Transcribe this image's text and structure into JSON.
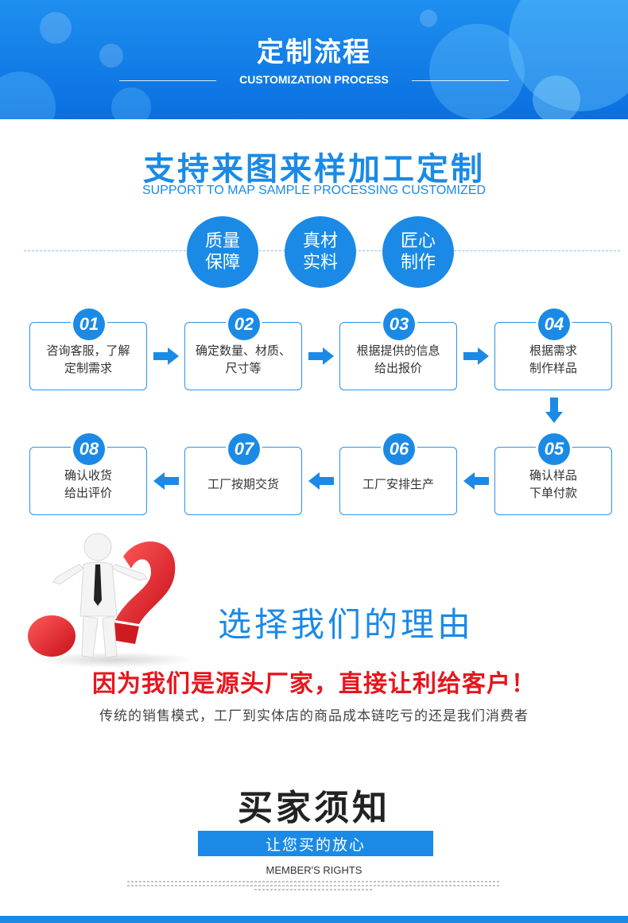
{
  "header": {
    "title": "定制流程",
    "subtitle": "CUSTOMIZATION PROCESS"
  },
  "support": {
    "title": "支持来图来样加工定制",
    "subtitle": "SUPPORT TO MAP SAMPLE PROCESSING CUSTOMIZED"
  },
  "features": [
    {
      "line1": "质量",
      "line2": "保障"
    },
    {
      "line1": "真材",
      "line2": "实料"
    },
    {
      "line1": "匠心",
      "line2": "制作"
    }
  ],
  "steps": [
    {
      "num": "01",
      "line1": "咨询客服，了解",
      "line2": "定制需求"
    },
    {
      "num": "02",
      "line1": "确定数量、材质、",
      "line2": "尺寸等"
    },
    {
      "num": "03",
      "line1": "根据提供的信息",
      "line2": "给出报价"
    },
    {
      "num": "04",
      "line1": "根据需求",
      "line2": "制作样品"
    },
    {
      "num": "05",
      "line1": "确认样品",
      "line2": "下单付款"
    },
    {
      "num": "06",
      "line1": "工厂安排生产",
      "line2": ""
    },
    {
      "num": "07",
      "line1": "工厂按期交货",
      "line2": ""
    },
    {
      "num": "08",
      "line1": "确认收货",
      "line2": "给出评价"
    }
  ],
  "reasons": {
    "title": "选择我们的理由",
    "highlight": "因为我们是源头厂家，直接让利给客户！",
    "description": "传统的销售模式，工厂到实体店的商品成本链吃亏的还是我们消费者"
  },
  "notice": {
    "title": "买家须知",
    "bar": "让您买的放心",
    "english": "MEMBER'S RIGHTS"
  },
  "colors": {
    "brand_blue": "#1a8ae6",
    "highlight_red": "#e6161e"
  }
}
